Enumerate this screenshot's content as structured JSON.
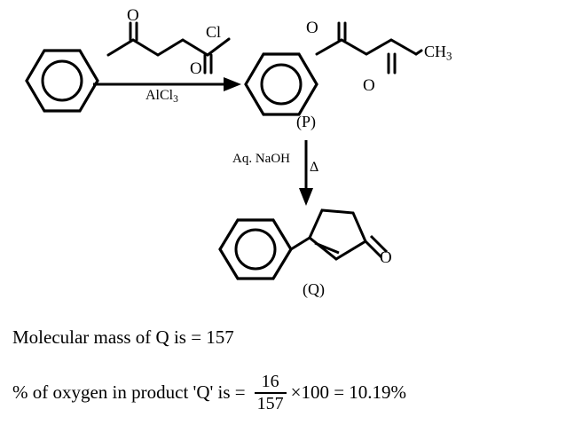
{
  "document": {
    "type": "organic-chemistry-reaction-scheme",
    "background_color": "#ffffff",
    "ink_color": "#000000"
  },
  "scheme": {
    "step1": {
      "reactant_left": {
        "name": "benzene",
        "depiction": "hexagon-with-inner-circle"
      },
      "reagent_above_arrow": {
        "name": "4-oxopentanoyl chloride",
        "atom_labels": {
          "ketone_oxygen": "O",
          "chlorine": "Cl",
          "acyl_oxygen": "O"
        }
      },
      "arrow": {
        "direction": "right",
        "below_label": "AlCl",
        "below_label_subscript": "3"
      },
      "product": {
        "id": "P",
        "id_label": "(P)",
        "name": "1-phenylpentane-1,4-dione",
        "atom_labels": {
          "aryl_ketone_oxygen": "O",
          "methyl": "CH",
          "methyl_subscript": "3",
          "methyl_ketone_oxygen": "O"
        },
        "ring": "hexagon-with-inner-circle"
      }
    },
    "step2": {
      "arrow": {
        "direction": "down",
        "left_label": "Aq. NaOH",
        "right_label": "Δ"
      },
      "product": {
        "id": "Q",
        "id_label": "(Q)",
        "name": "3-phenylcyclopent-2-en-1-one",
        "atom_labels": {
          "carbonyl_oxygen": "O"
        },
        "ring_aromatic": "hexagon-with-inner-circle",
        "ring_aliphatic": "cyclopentenone"
      }
    }
  },
  "text": {
    "molecular_mass_line": "Molecular mass of Q is = 157",
    "percent_line_lead": "% of oxygen in product 'Q' is =",
    "fraction": {
      "numerator": "16",
      "denominator": "157"
    },
    "percent_line_tail": "×100 = 10.19%"
  },
  "values": {
    "molecular_mass_Q": 157,
    "oxygen_mass": 16,
    "percent_oxygen": 10.19
  }
}
